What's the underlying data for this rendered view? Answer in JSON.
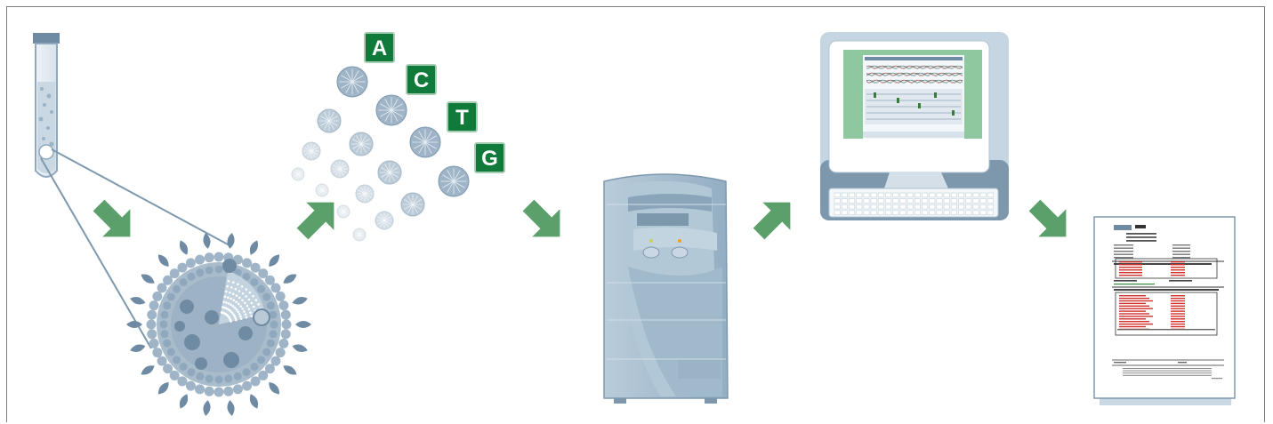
{
  "title": "",
  "steps": [
    {
      "id": "sample",
      "icon": "test-tube-icon"
    },
    {
      "id": "virus",
      "icon": "virus-particle-icon"
    },
    {
      "id": "nucleotides",
      "icon": "nucleotide-beads-icon"
    },
    {
      "id": "sequencer",
      "icon": "sequencer-tower-icon"
    },
    {
      "id": "analysis",
      "icon": "computer-monitor-icon"
    },
    {
      "id": "report",
      "icon": "resistance-report-icon"
    }
  ],
  "nucleotides": [
    "A",
    "C",
    "T",
    "G"
  ],
  "colors": {
    "arrow": "#5ba06b",
    "nucleotide_badge": "#0f7a3a",
    "virus": "#8fa8bd",
    "virus_dark": "#6f8ba3",
    "machine": "#a9c1d3",
    "screen": "#8fc79f",
    "frame": "#7d7d7d"
  }
}
